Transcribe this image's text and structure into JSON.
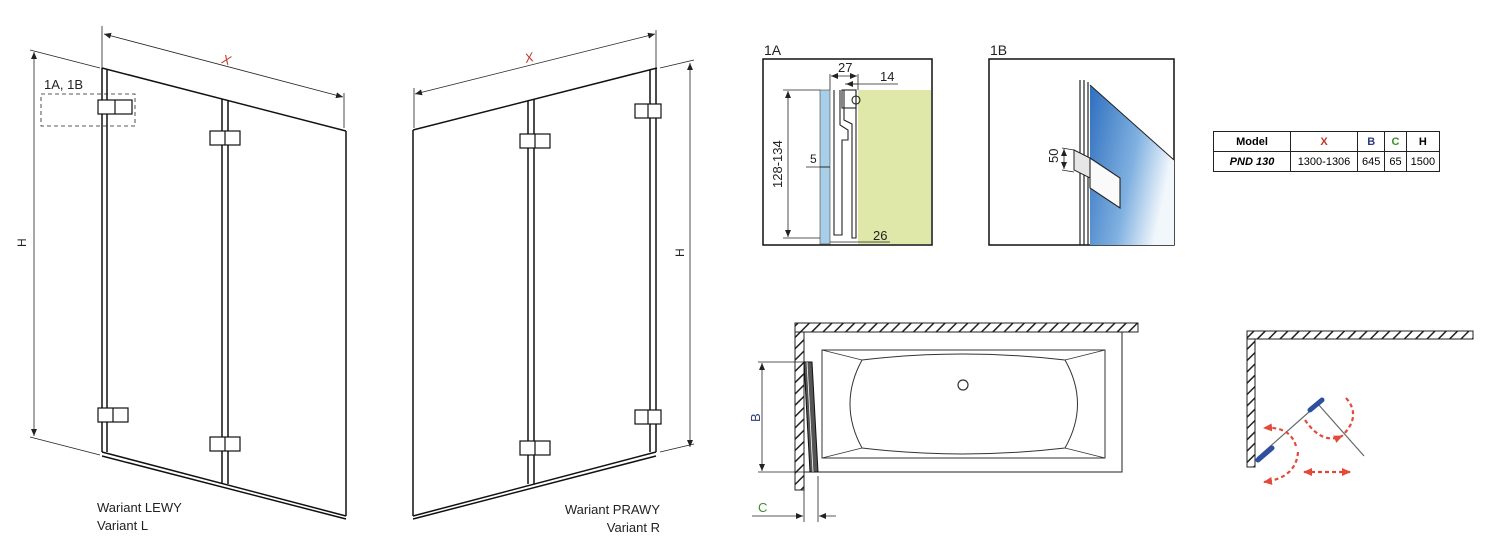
{
  "left_variant": {
    "dim_x": "X",
    "dim_h": "H",
    "detail_ref": "1A, 1B",
    "caption_line1": "Wariant LEWY",
    "caption_line2": "Variant L"
  },
  "right_variant": {
    "dim_x": "X",
    "dim_h": "H",
    "caption_line1": "Wariant PRAWY",
    "caption_line2": "Variant R"
  },
  "detail_1a": {
    "title": "1A",
    "dim_27": "27",
    "dim_14": "14",
    "dim_5": "5",
    "dim_height": "128-134",
    "dim_26": "26"
  },
  "detail_1b": {
    "title": "1B",
    "dim_50": "50"
  },
  "spec_table": {
    "headers": [
      "Model",
      "X",
      "B",
      "C",
      "H"
    ],
    "row": [
      "PND 130",
      "1300-1306",
      "645",
      "65",
      "1500"
    ]
  },
  "bathtub_plan": {
    "dim_b": "B",
    "dim_c": "C"
  },
  "colors": {
    "red": "#c0392b",
    "blue": "#2c3e7a",
    "green": "#3e8e2e",
    "glass_blue": "#2f6fbf",
    "wall_green": "#dfe8a8",
    "arrow_red": "#e24a3b"
  }
}
